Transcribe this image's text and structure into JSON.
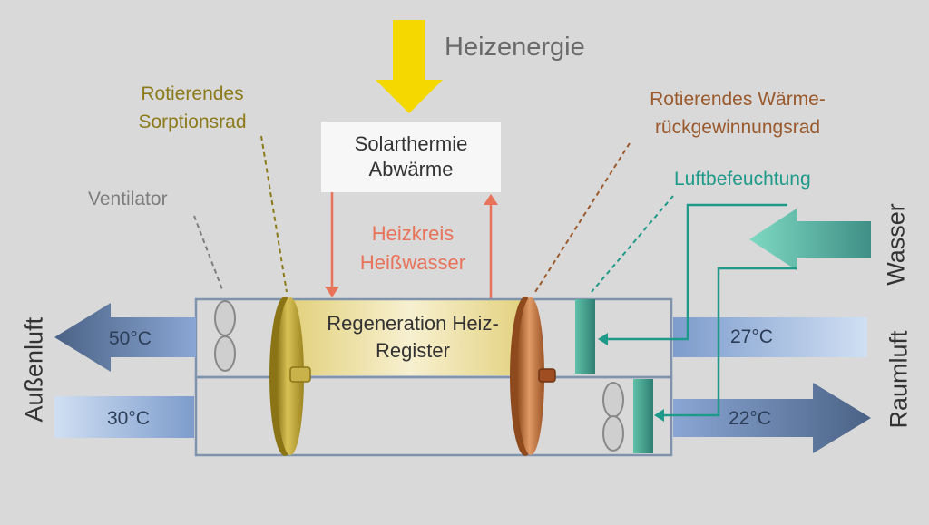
{
  "title": "Heizenergie",
  "solar_box": {
    "line1": "Solarthermie",
    "line2": "Abwärme"
  },
  "heizkreis": {
    "line1": "Heizkreis",
    "line2": "Heißwasser"
  },
  "sorption_rad": {
    "line1": "Rotierendes",
    "line2": "Sorptionsrad"
  },
  "waerme_rad": {
    "line1": "Rotierendes Wärme-",
    "line2": "rückgewinnungsrad"
  },
  "ventilator": "Ventilator",
  "luftbefeuchtung": "Luftbefeuchtung",
  "regeneration": {
    "line1": "Regeneration Heiz-",
    "line2": "Register"
  },
  "temps": {
    "aussen_out": "50°C",
    "aussen_in": "30°C",
    "raum_in": "27°C",
    "raum_out": "22°C"
  },
  "side_labels": {
    "aussenluft": "Außenluft",
    "raumluft": "Raumluft",
    "wasser": "Wasser"
  },
  "colors": {
    "background": "#d9d9d9",
    "yellow_arrow": "#f5d800",
    "heat_red": "#e8735a",
    "olive_text": "#8c7a1a",
    "brown_text": "#9a5a2e",
    "teal": "#1f9a8a",
    "gray_text": "#7d7d7d",
    "dark_blue": "#4f6b8c"
  }
}
